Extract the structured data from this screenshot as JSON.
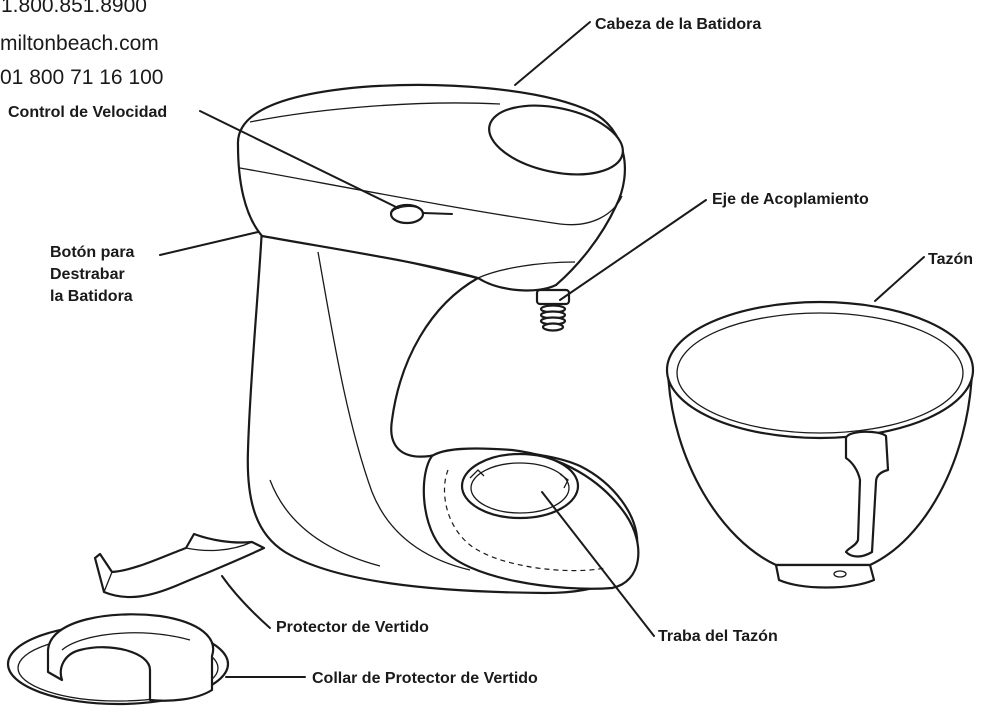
{
  "contact": {
    "phone_us": "1.800.851.8900",
    "website": "miltonbeach.com",
    "phone_mx": "01 800 71 16 100"
  },
  "labels": {
    "head": "Cabeza de la Batidora",
    "speed_control": "Control de Velocidad",
    "attachment_shaft": "Eje de Acoplamiento",
    "release_button": [
      "Botón para",
      "Destrabar",
      "la Batidora"
    ],
    "bowl": "Tazón",
    "pour_shield": "Protector de Vertido",
    "bowl_lock": "Traba del Tazón",
    "pour_shield_collar": "Collar de Protector de Vertido"
  }
}
